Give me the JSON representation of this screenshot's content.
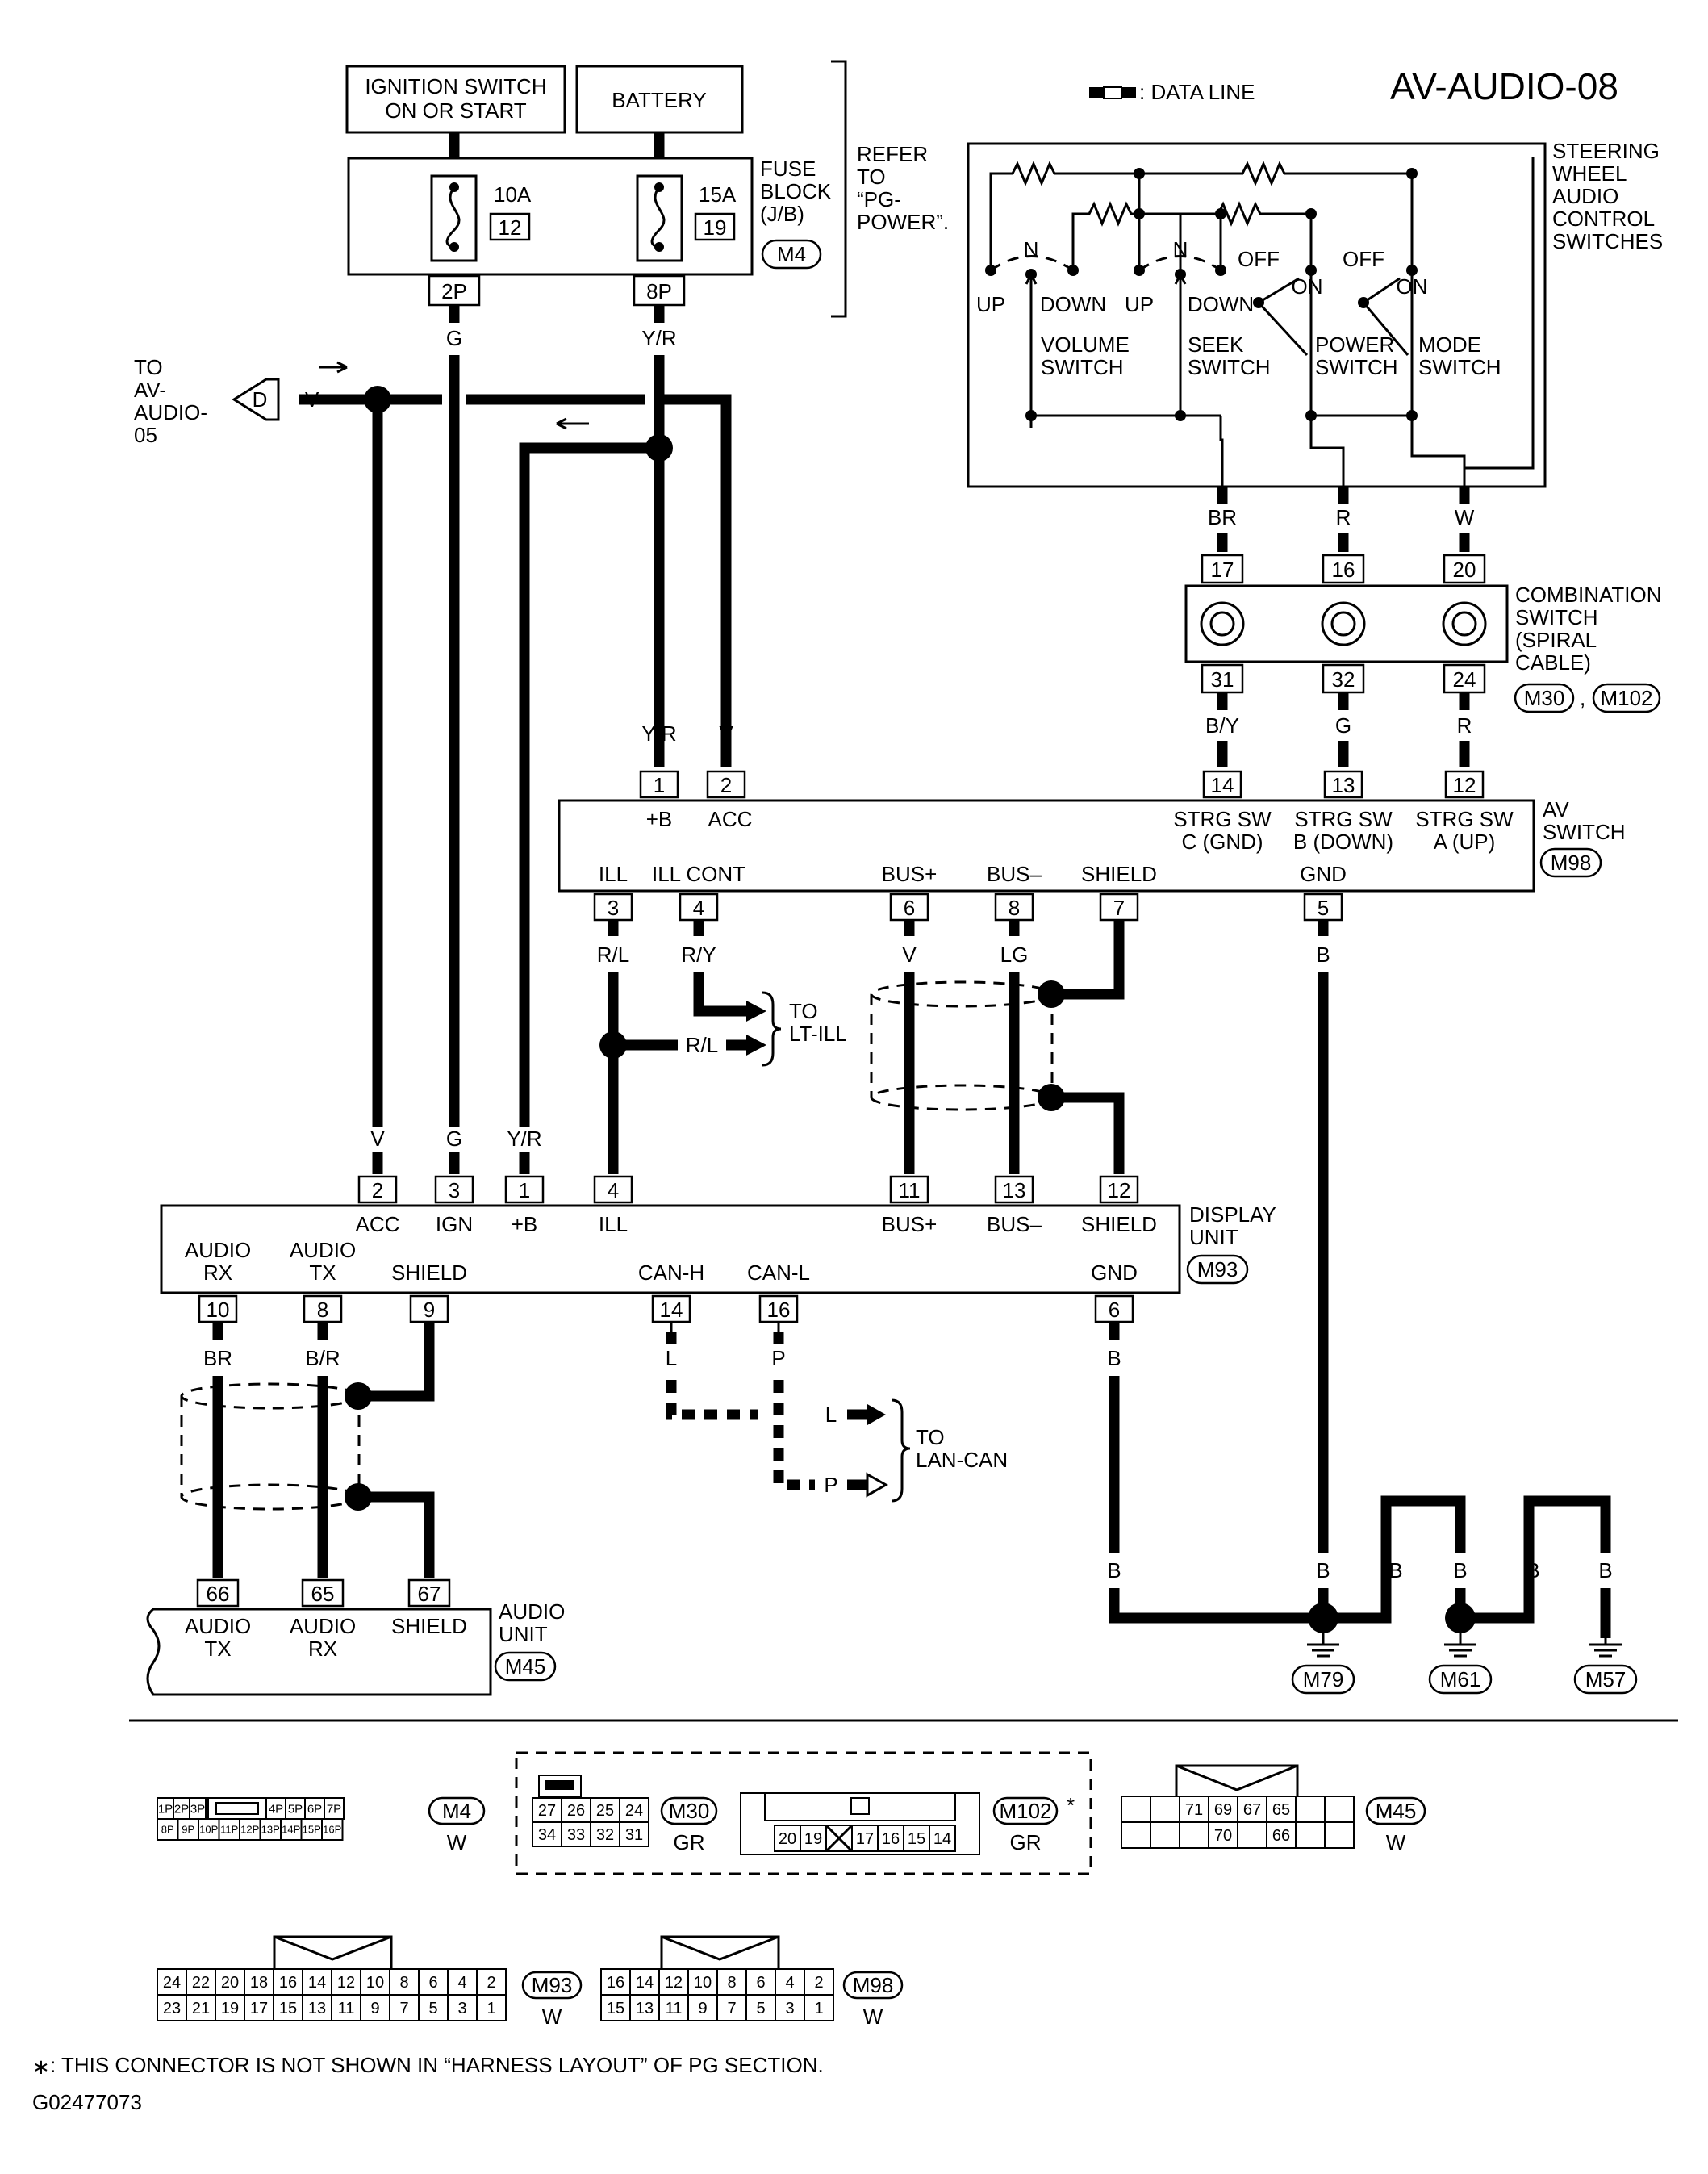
{
  "diagram": {
    "title": "AV-AUDIO-08",
    "legend_data_line": ": DATA LINE",
    "ignition_switch": [
      "IGNITION SWITCH",
      "ON OR START"
    ],
    "battery": "BATTERY",
    "fuse_block": [
      "FUSE",
      "BLOCK",
      "(J/B)"
    ],
    "fuse_block_connector": "M4",
    "refer_to": [
      "REFER",
      "TO",
      "“PG-",
      "POWER”."
    ],
    "fuse_1": {
      "rating": "10A",
      "number": "12",
      "terminal": "2P",
      "wire": "G"
    },
    "fuse_2": {
      "rating": "15A",
      "number": "19",
      "terminal": "8P",
      "wire": "Y/R"
    },
    "to_av_audio_05": [
      "TO",
      "AV-",
      "AUDIO-",
      "05"
    ],
    "flag_d": "D",
    "wire_v": "V",
    "steering_switches_title": [
      "STEERING",
      "WHEEL",
      "AUDIO",
      "CONTROL",
      "SWITCHES"
    ],
    "switch_labels": {
      "n": "N",
      "up": "UP",
      "down": "DOWN",
      "off": "OFF",
      "on": "ON",
      "volume": [
        "VOLUME",
        "SWITCH"
      ],
      "seek": [
        "SEEK",
        "SWITCH"
      ],
      "power": [
        "POWER",
        "SWITCH"
      ],
      "mode": [
        "MODE",
        "SWITCH"
      ]
    },
    "steering_wires": [
      "BR",
      "R",
      "W"
    ],
    "combination_switch": {
      "title": [
        "COMBINATION",
        "SWITCH",
        "(SPIRAL",
        "CABLE)"
      ],
      "top_pins": [
        "17",
        "16",
        "20"
      ],
      "bottom_pins": [
        "31",
        "32",
        "24"
      ],
      "connectors": [
        "M30",
        "M102"
      ],
      "comma": ","
    },
    "combo_out_wires": [
      "B/Y",
      "G",
      "R"
    ],
    "av_switch": {
      "title": [
        "AV",
        "SWITCH"
      ],
      "connector": "M98",
      "top_pins": [
        {
          "pin": "1",
          "label": "+B",
          "wire": "Y/R"
        },
        {
          "pin": "2",
          "label": "ACC",
          "wire": "V"
        },
        {
          "pin": "14",
          "label": [
            "STRG SW",
            "C (GND)"
          ]
        },
        {
          "pin": "13",
          "label": [
            "STRG SW",
            "B (DOWN)"
          ]
        },
        {
          "pin": "12",
          "label": [
            "STRG SW",
            "A (UP)"
          ]
        }
      ],
      "bottom_pins": [
        {
          "pin": "3",
          "label": "ILL",
          "wire": "R/L"
        },
        {
          "pin": "4",
          "label": "ILL CONT",
          "wire": "R/Y"
        },
        {
          "pin": "6",
          "label": "BUS+",
          "wire": "V"
        },
        {
          "pin": "8",
          "label": "BUS–",
          "wire": "LG"
        },
        {
          "pin": "7",
          "label": "SHIELD"
        },
        {
          "pin": "5",
          "label": "GND",
          "wire": "B"
        }
      ]
    },
    "to_lt_ill": [
      "TO",
      "LT-ILL"
    ],
    "wire_rl": "R/L",
    "display_unit": {
      "title": [
        "DISPLAY",
        "UNIT"
      ],
      "connector": "M93",
      "top_pins": [
        {
          "pin": "2",
          "label": "ACC",
          "wire": "V"
        },
        {
          "pin": "3",
          "label": "IGN",
          "wire": "G"
        },
        {
          "pin": "1",
          "label": "+B",
          "wire": "Y/R"
        },
        {
          "pin": "4",
          "label": "ILL"
        },
        {
          "pin": "11",
          "label": "BUS+"
        },
        {
          "pin": "13",
          "label": "BUS–"
        },
        {
          "pin": "12",
          "label": "SHIELD"
        }
      ],
      "bottom_pins": [
        {
          "pin": "10",
          "label": [
            "AUDIO",
            "RX"
          ],
          "wire": "BR"
        },
        {
          "pin": "8",
          "label": [
            "AUDIO",
            "TX"
          ],
          "wire": "B/R"
        },
        {
          "pin": "9",
          "label": "SHIELD"
        },
        {
          "pin": "14",
          "label": "CAN-H",
          "wire": "L"
        },
        {
          "pin": "16",
          "label": "CAN-L",
          "wire": "P"
        },
        {
          "pin": "6",
          "label": "GND",
          "wire": "B"
        }
      ]
    },
    "to_lan_can": [
      "TO",
      "LAN-CAN"
    ],
    "can_wires": [
      "L",
      "P"
    ],
    "audio_unit": {
      "title": [
        "AUDIO",
        "UNIT"
      ],
      "connector": "M45",
      "pins": [
        {
          "pin": "66",
          "label": [
            "AUDIO",
            "TX"
          ]
        },
        {
          "pin": "65",
          "label": [
            "AUDIO",
            "RX"
          ]
        },
        {
          "pin": "67",
          "label": "SHIELD"
        }
      ]
    },
    "ground_wire": "B",
    "grounds": [
      "M79",
      "M61",
      "M57"
    ],
    "connector_faces": {
      "m4": {
        "top": [
          "1P",
          "2P",
          "3P",
          "",
          "4P",
          "5P",
          "6P",
          "7P"
        ],
        "bottom": [
          "8P",
          "9P",
          "10P",
          "11P",
          "12P",
          "13P",
          "14P",
          "15P",
          "16P"
        ],
        "name": "M4",
        "color": "W"
      },
      "m30": {
        "top": [
          "27",
          "26",
          "25",
          "24"
        ],
        "bottom": [
          "34",
          "33",
          "32",
          "31"
        ],
        "name": "M30",
        "color": "GR"
      },
      "m102": {
        "cells": [
          "20",
          "19",
          "",
          "17",
          "16",
          "15",
          "14"
        ],
        "name": "M102",
        "color": "GR",
        "star": "*"
      },
      "m45": {
        "top": [
          "71",
          "69",
          "67",
          "65"
        ],
        "bottom": [
          "70",
          "66"
        ],
        "name": "M45",
        "color": "W"
      },
      "m93": {
        "top": [
          "24",
          "22",
          "20",
          "18",
          "16",
          "14",
          "12",
          "10",
          "8",
          "6",
          "4",
          "2"
        ],
        "bottom": [
          "23",
          "21",
          "19",
          "17",
          "15",
          "13",
          "11",
          "9",
          "7",
          "5",
          "3",
          "1"
        ],
        "name": "M93",
        "color": "W"
      },
      "m98": {
        "top": [
          "16",
          "14",
          "12",
          "10",
          "8",
          "6",
          "4",
          "2"
        ],
        "bottom": [
          "15",
          "13",
          "11",
          "9",
          "7",
          "5",
          "3",
          "1"
        ],
        "name": "M98",
        "color": "W"
      }
    },
    "footnote_star": "∗",
    "footnote": ": THIS CONNECTOR IS NOT SHOWN IN “HARNESS LAYOUT” OF PG SECTION.",
    "code": "G02477073"
  }
}
